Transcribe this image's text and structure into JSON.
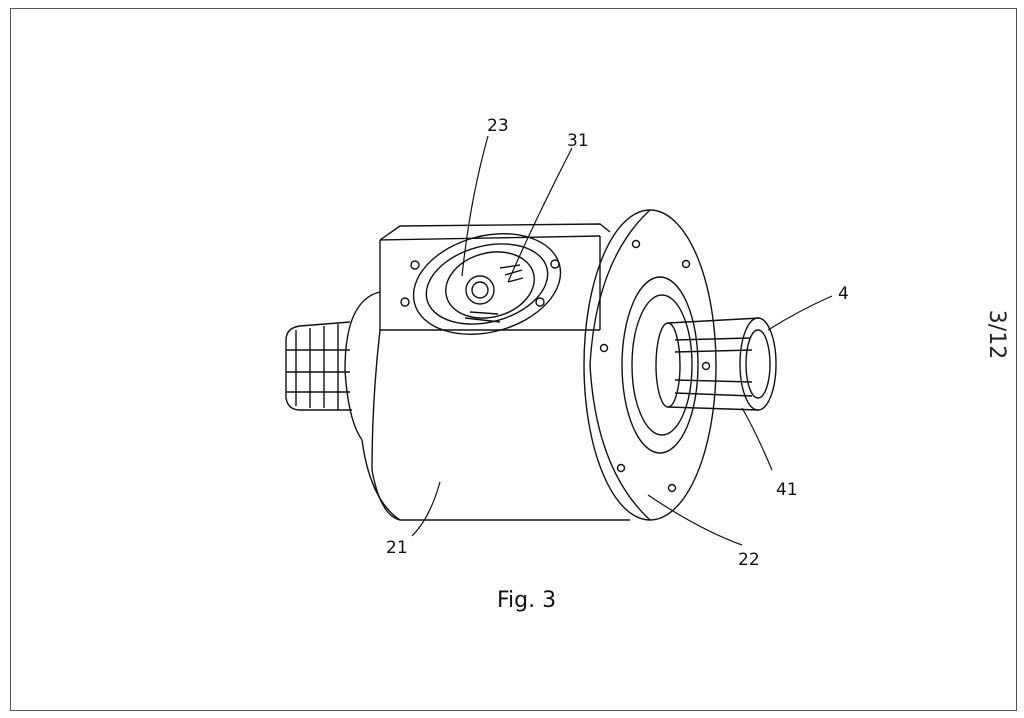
{
  "figure": {
    "caption": "Fig. 3",
    "sheet_number": "3/12",
    "reference_labels": {
      "housing_opening": "23",
      "gear": "31",
      "shaft": "4",
      "spline": "41",
      "flange": "22",
      "housing": "21"
    }
  }
}
